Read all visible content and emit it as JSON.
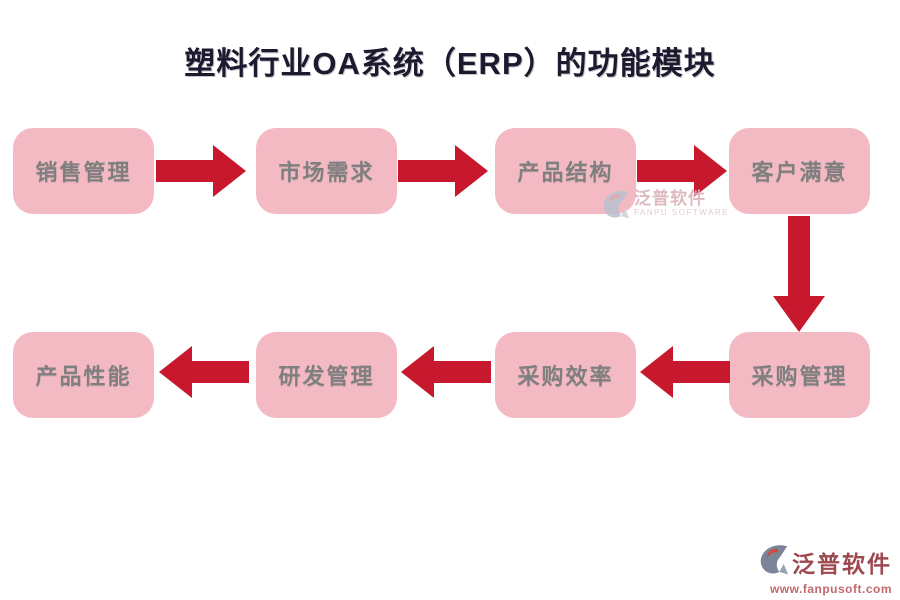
{
  "title": "塑料行业OA系统（ERP）的功能模块",
  "flow": {
    "top_row": [
      {
        "label": "销售管理"
      },
      {
        "label": "市场需求"
      },
      {
        "label": "产品结构"
      },
      {
        "label": "客户满意"
      }
    ],
    "bottom_row": [
      {
        "label": "产品性能"
      },
      {
        "label": "研发管理"
      },
      {
        "label": "采购效率"
      },
      {
        "label": "采购管理"
      }
    ],
    "top_row_direction": "left-to-right",
    "bottom_row_direction": "right-to-left",
    "connector": "客户满意 → 采购管理 (vertical down)"
  },
  "watermark": {
    "name": "泛普软件",
    "subtitle": "FANPU SOFTWARE"
  },
  "footer_logo": {
    "name": "泛普软件",
    "url": "www.fanpusoft.com"
  },
  "icons": {
    "arrow_right": "➡",
    "arrow_left": "⬅",
    "arrow_down": "⬇",
    "fanpu_logo": "swirl-crescent"
  },
  "colors": {
    "background": "#ffffff",
    "title_text": "#1b1a2f",
    "box_fill": "#f3bac3",
    "box_text": "#7f7f7f",
    "arrow_red": "#c7182e",
    "watermark_text": "#dbb2b9",
    "footer_name_text": "#9c4950",
    "footer_url_text": "#c06a6e",
    "logo_slate": "#7b8597",
    "logo_accent": "#cf4a38"
  }
}
